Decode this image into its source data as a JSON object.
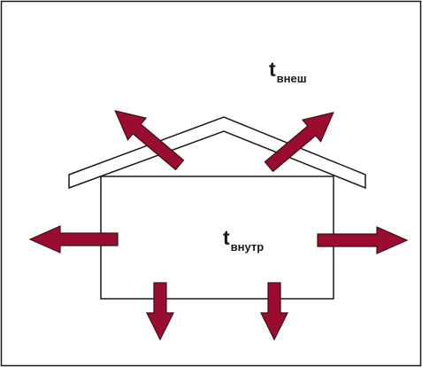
{
  "labels": {
    "outside": {
      "main": "t",
      "sub": "внеш"
    },
    "inside": {
      "main": "t",
      "sub": "внутр"
    }
  },
  "colors": {
    "arrow_fill": "#9b0d30",
    "arrow_stroke": "#3a1010",
    "line": "#1a1a1a",
    "background": "#ffffff"
  },
  "icons": {
    "arrow": "heat-loss-arrow",
    "house": "house-outline"
  }
}
